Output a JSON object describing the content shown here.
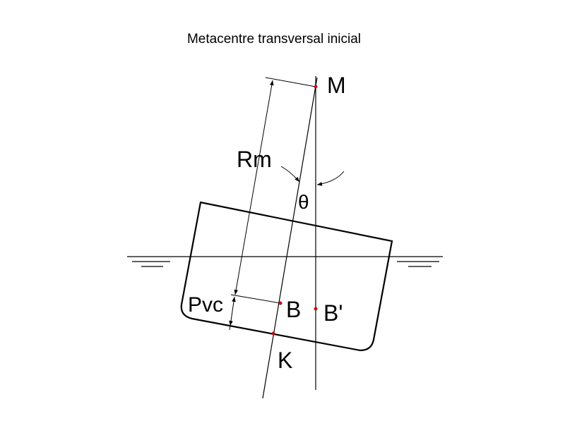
{
  "title": "Metacentre transversal inicial",
  "labels": {
    "M": "M",
    "Rm": "Rm",
    "theta": "θ",
    "Pvc": "Pvc",
    "B": "B",
    "B_prime": "B'",
    "K": "K"
  },
  "colors": {
    "line": "#000000",
    "point": "#e00000"
  }
}
